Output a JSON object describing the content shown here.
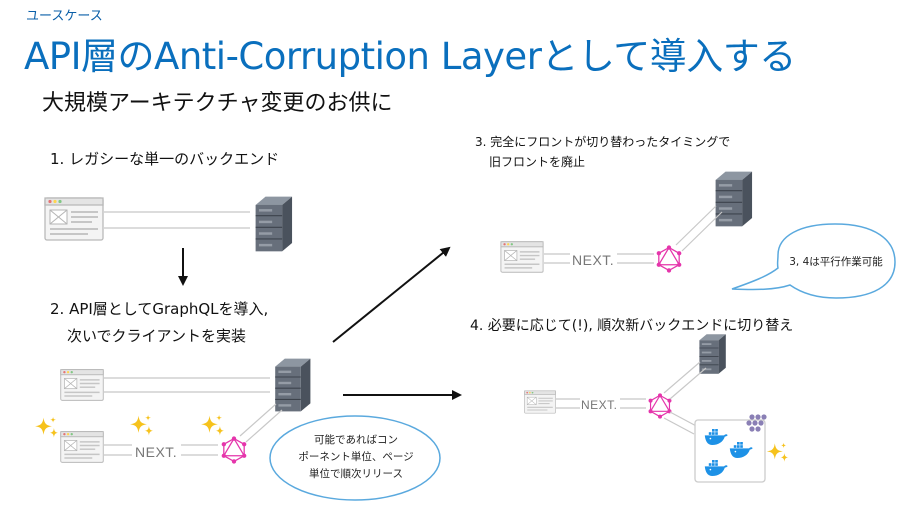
{
  "header": {
    "section_label": "ユースケース",
    "title": "API層のAnti-Corruption Layerとして導入する",
    "subtitle": "大規模アーキテクチャ変更のお供に"
  },
  "steps": {
    "step1": "1. レガシーな単一のバックエンド",
    "step2_line1": "2. API層としてGraphQLを導入,",
    "step2_line2": "次いでクライアントを実装",
    "step3_line1": "3. 完全にフロントが切り替わったタイミングで",
    "step3_line2": "旧フロントを廃止",
    "step4": "4. 必要に応じて(!), 順次新バックエンドに切り替え"
  },
  "bubbles": {
    "component_release": [
      "可能であればコン",
      "ポーネント単位、ページ",
      "単位で順次リリース"
    ],
    "parallel": "3, 4は平行作業可能"
  },
  "logos": {
    "next": "NEXT."
  },
  "icons": {
    "browser": "browser-window-icon",
    "server": "server-icon",
    "graphql": "graphql-icon",
    "docker": "docker-icon",
    "sparkle": "sparkle-icon",
    "container": "container-box-icon"
  },
  "colors": {
    "title": "#0a6fbd",
    "graphql": "#e535ab",
    "docker": "#1d91e6",
    "sparkle": "#f6c21c",
    "bubble_border": "#5aa9de"
  }
}
